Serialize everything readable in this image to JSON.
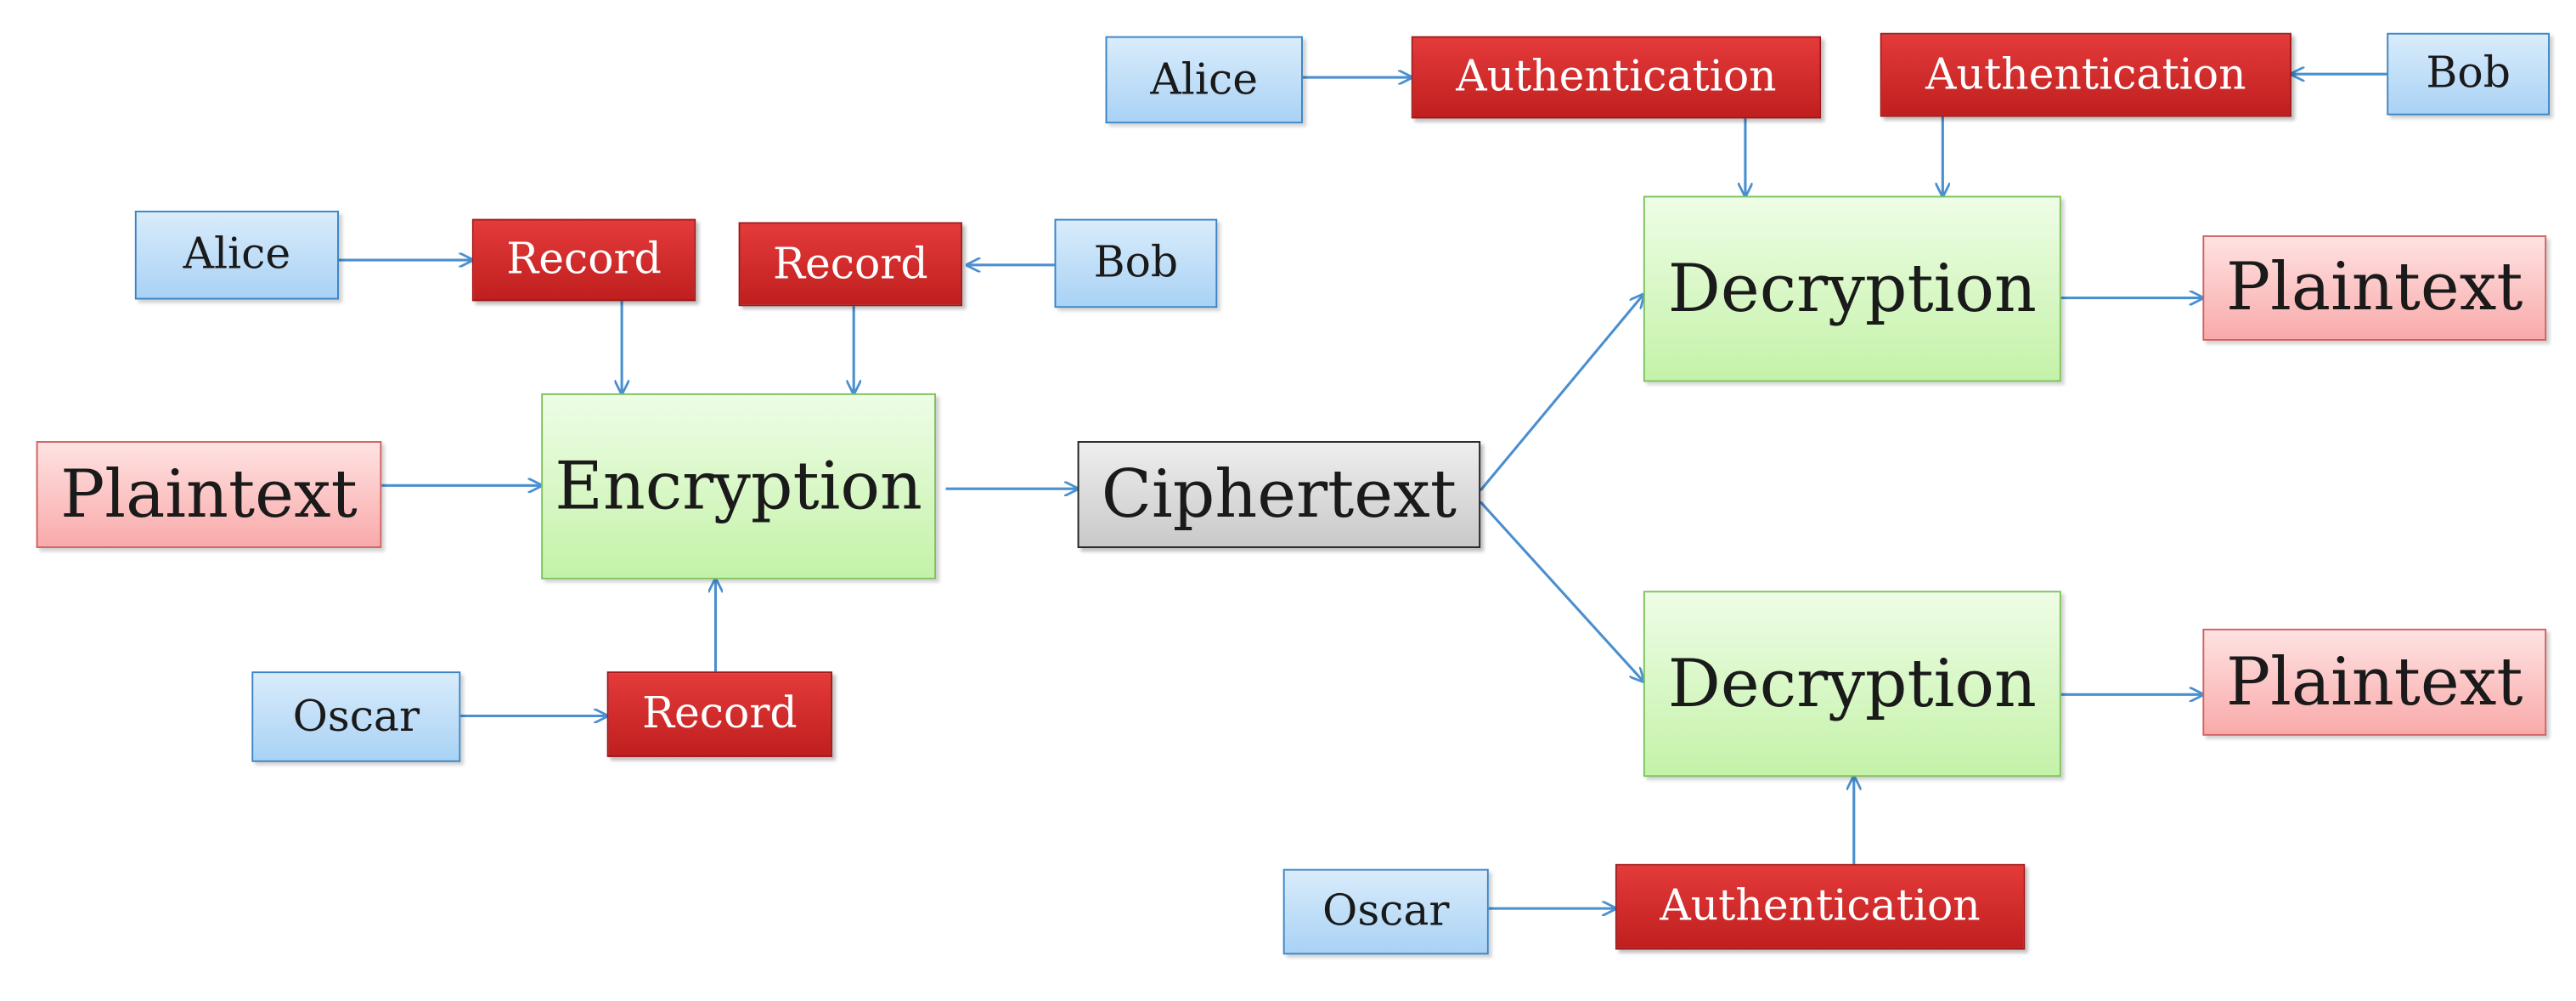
{
  "nodes": {
    "alice_enc": "Alice",
    "bob_enc": "Bob",
    "oscar_enc": "Oscar",
    "record_alice": "Record",
    "record_bob": "Record",
    "record_oscar": "Record",
    "plaintext_in": "Plaintext",
    "encryption": "Encryption",
    "ciphertext": "Ciphertext",
    "alice_dec": "Alice",
    "bob_dec": "Bob",
    "auth_alice": "Authentication",
    "auth_bob": "Authentication",
    "decryption_top": "Decryption",
    "plaintext_top": "Plaintext",
    "oscar_dec": "Oscar",
    "auth_oscar": "Authentication",
    "decryption_bottom": "Decryption",
    "plaintext_bottom": "Plaintext"
  },
  "edges": [
    [
      "alice_enc",
      "record_alice"
    ],
    [
      "bob_enc",
      "record_bob"
    ],
    [
      "record_alice",
      "encryption"
    ],
    [
      "record_bob",
      "encryption"
    ],
    [
      "plaintext_in",
      "encryption"
    ],
    [
      "oscar_enc",
      "record_oscar"
    ],
    [
      "record_oscar",
      "encryption"
    ],
    [
      "encryption",
      "ciphertext"
    ],
    [
      "ciphertext",
      "decryption_top"
    ],
    [
      "ciphertext",
      "decryption_bottom"
    ],
    [
      "alice_dec",
      "auth_alice"
    ],
    [
      "bob_dec",
      "auth_bob"
    ],
    [
      "auth_alice",
      "decryption_top"
    ],
    [
      "auth_bob",
      "decryption_top"
    ],
    [
      "decryption_top",
      "plaintext_top"
    ],
    [
      "decryption_bottom",
      "plaintext_bottom"
    ],
    [
      "oscar_dec",
      "auth_oscar"
    ],
    [
      "auth_oscar",
      "decryption_bottom"
    ]
  ],
  "colors": {
    "edge": "#4a8fd0",
    "person_fill": "#cfe6fa",
    "action_fill": "#d32a2a",
    "plaintext_fill": "#fcc6c6",
    "process_fill": "#dcf8cc",
    "ciphertext_fill": "#dddddd"
  }
}
